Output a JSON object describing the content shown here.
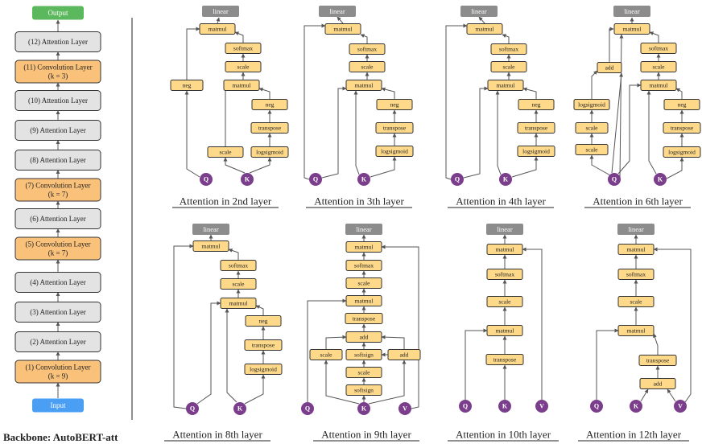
{
  "backbone": {
    "title": "Backbone: AutoBERT-att",
    "output_label": "Output",
    "input_label": "Input",
    "layers": [
      {
        "lines": [
          "(12) Attention Layer"
        ],
        "kind": "attention"
      },
      {
        "lines": [
          "(11) Convolution Layer",
          "(k = 3)"
        ],
        "kind": "conv"
      },
      {
        "lines": [
          "(10) Attention Layer"
        ],
        "kind": "attention"
      },
      {
        "lines": [
          "(9) Attention Layer"
        ],
        "kind": "attention"
      },
      {
        "lines": [
          "(8) Attention Layer"
        ],
        "kind": "attention"
      },
      {
        "lines": [
          "(7) Convolution Layer",
          "(k = 7)"
        ],
        "kind": "conv"
      },
      {
        "lines": [
          "(6) Attention Layer"
        ],
        "kind": "attention"
      },
      {
        "lines": [
          "(5) Convolution Layer",
          "(k = 7)"
        ],
        "kind": "conv"
      },
      {
        "lines": [
          "(4) Attention Layer"
        ],
        "kind": "attention"
      },
      {
        "lines": [
          "(3) Attention Layer"
        ],
        "kind": "attention"
      },
      {
        "lines": [
          "(2) Attention Layer"
        ],
        "kind": "attention"
      },
      {
        "lines": [
          "(1) Convolution Layer",
          "(k = 9)"
        ],
        "kind": "conv"
      }
    ]
  },
  "colors": {
    "output": "#5cb85c",
    "input": "#4a9ff5",
    "attention": "#e3e3e3",
    "conv": "#f9c17a",
    "op": "#ffd98a",
    "linear": "#8c8c8c",
    "node": "#7b3e8c",
    "edge": "#555555"
  },
  "diagrams": [
    {
      "caption": "Attention in 2nd layer",
      "ops": {
        "linear": "linear",
        "matmul1": "matmul",
        "softmax": "softmax",
        "scale": "scale",
        "matmul2": "matmul",
        "neg1": "neg",
        "neg2": "neg",
        "transpose": "transpose",
        "scale2": "scale",
        "logsigmoid": "logsigmoid"
      },
      "inputs": [
        "Q",
        "K"
      ]
    },
    {
      "caption": "Attention in 3th layer",
      "ops": {
        "linear": "linear",
        "matmul1": "matmul",
        "softmax": "softmax",
        "scale": "scale",
        "matmul2": "matmul",
        "neg": "neg",
        "transpose": "transpose",
        "logsigmoid": "logsigmoid"
      },
      "inputs": [
        "Q",
        "K"
      ]
    },
    {
      "caption": "Attention in 4th layer",
      "ops": {
        "linear": "linear",
        "matmul1": "matmul",
        "softmax": "softmax",
        "scale": "scale",
        "matmul2": "matmul",
        "neg": "neg",
        "transpose": "transpose",
        "logsigmoid": "logsigmoid"
      },
      "inputs": [
        "Q",
        "K"
      ]
    },
    {
      "caption": "Attention in 6th layer",
      "ops": {
        "linear": "linear",
        "matmul1": "matmul",
        "add": "add",
        "softmax": "softmax",
        "scale": "scale",
        "logsigmoid_l": "logsigmoid",
        "matmul2": "matmul",
        "neg": "neg",
        "scale_l1": "scale",
        "transpose": "transpose",
        "scale_l2": "scale",
        "logsigmoid": "logsigmoid"
      },
      "inputs": [
        "Q",
        "K"
      ]
    },
    {
      "caption": "Attention in 8th layer",
      "ops": {
        "linear": "linear",
        "matmul1": "matmul",
        "softmax": "softmax",
        "scale": "scale",
        "matmul2": "matmul",
        "neg": "neg",
        "transpose": "transpose",
        "logsigmoid": "logsigmoid"
      },
      "inputs": [
        "Q",
        "K"
      ]
    },
    {
      "caption": "Attention in 9th layer",
      "ops": {
        "linear": "linear",
        "matmul1": "matmul",
        "softmax": "softmax",
        "scale": "scale",
        "matmul2": "matmul",
        "transpose": "transpose",
        "add": "add",
        "scale_l": "scale",
        "softsign1": "softsign",
        "add_r": "add",
        "scale2": "scale",
        "softsign2": "softsign"
      },
      "inputs": [
        "Q",
        "K",
        "V"
      ]
    },
    {
      "caption": "Attention in 10th layer",
      "ops": {
        "linear": "linear",
        "matmul1": "matmul",
        "softmax": "softmax",
        "scale": "scale",
        "matmul2": "matmul",
        "transpose": "transpose"
      },
      "inputs": [
        "Q",
        "K",
        "V"
      ]
    },
    {
      "caption": "Attention in 12th layer",
      "ops": {
        "linear": "linear",
        "matmul1": "matmul",
        "softmax": "softmax",
        "scale": "scale",
        "matmul2": "matmul",
        "transpose": "transpose",
        "add": "add"
      },
      "inputs": [
        "Q",
        "K",
        "V"
      ]
    }
  ]
}
